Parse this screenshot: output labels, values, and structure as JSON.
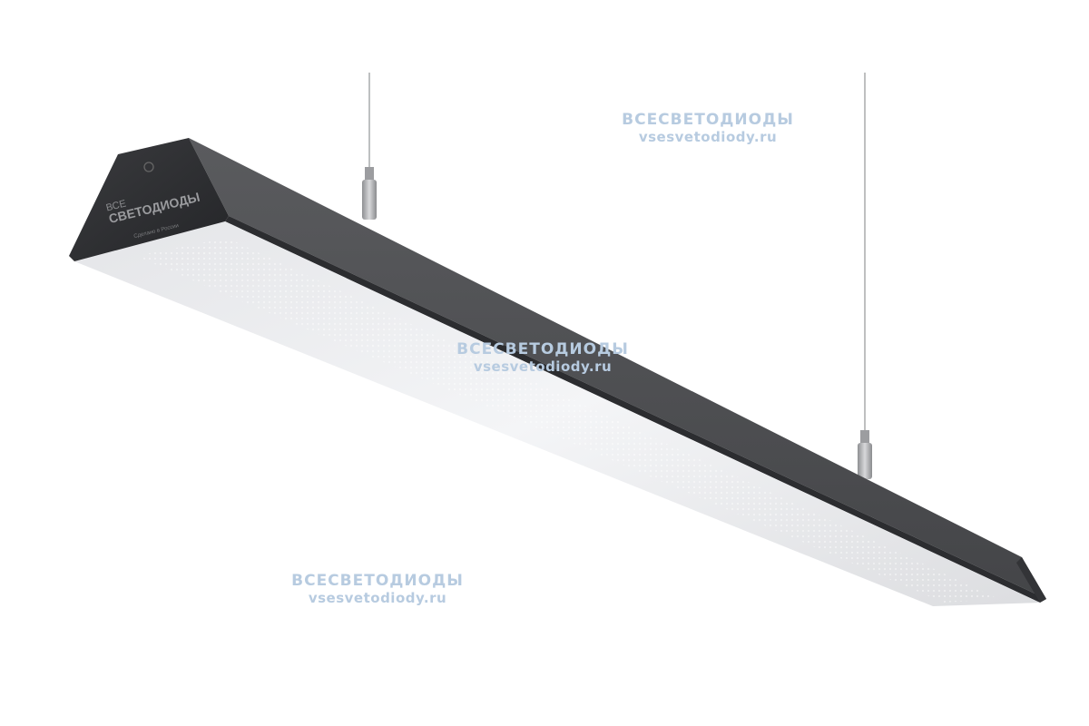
{
  "product": {
    "name": "linear-led-pendant-luminaire",
    "body_color": "#4e4f52",
    "diffuser_color": "#eeeff1",
    "cable_color": "#a9aaac"
  },
  "watermarks": [
    {
      "name": "ВСЕСВЕТОДИОДЫ",
      "url": "vsesvetodiody.ru"
    },
    {
      "name": "ВСЕСВЕТОДИОДЫ",
      "url": "vsesvetodiody.ru"
    },
    {
      "name": "ВСЕСВЕТОДИОДЫ",
      "url": "vsesvetodiody.ru"
    }
  ],
  "end_cap_logo": {
    "brand_line1": "ВСЕ",
    "brand_line2": "СВЕТОДИОДЫ",
    "tagline": "Сделано в России"
  }
}
